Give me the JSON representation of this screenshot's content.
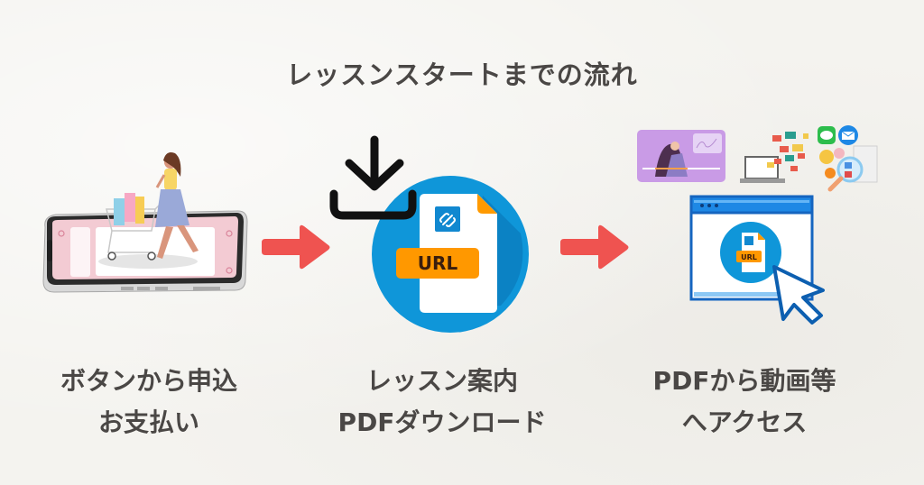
{
  "title": "レッスンスタートまでの流れ",
  "steps": [
    {
      "icon": "phone-shopping-icon",
      "caption_line1": "ボタンから申込",
      "caption_line2": "お支払い"
    },
    {
      "icon": "download-url-document-icon",
      "caption_line1": "レッスン案内",
      "caption_line2": "PDFダウンロード",
      "badge_label": "URL"
    },
    {
      "icon": "browser-access-icon",
      "caption_line1": "PDFから動画等",
      "caption_line2": "へアクセス",
      "badge_label": "URL"
    }
  ],
  "arrows": [
    "arrow-right",
    "arrow-right"
  ],
  "colors": {
    "arrow": "#ef5350",
    "circle_blue": "#0f96d9",
    "badge_orange": "#ff9800",
    "text": "#4a4745",
    "browser_blue": "#1565c0"
  }
}
